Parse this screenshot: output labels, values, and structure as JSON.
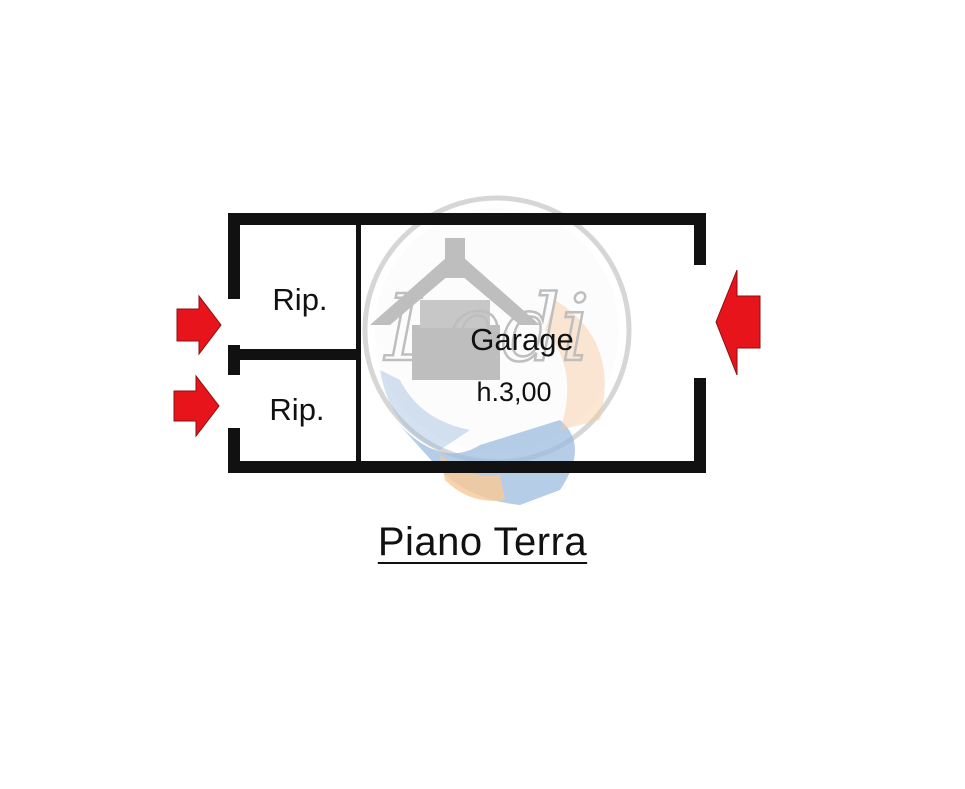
{
  "plan": {
    "rooms": [
      {
        "id": "rip-upper",
        "label": "Rip."
      },
      {
        "id": "rip-lower",
        "label": "Rip."
      },
      {
        "id": "garage",
        "label": "Garage",
        "height_note": "h.3,00"
      }
    ],
    "caption": "Piano Terra",
    "entrances": [
      {
        "id": "entrance-rip-upper",
        "side": "left",
        "color": "#e8141c"
      },
      {
        "id": "entrance-rip-lower",
        "side": "left",
        "color": "#e8141c"
      },
      {
        "id": "entrance-garage",
        "side": "right",
        "color": "#e8141c"
      }
    ],
    "watermark": {
      "text": "Lodi",
      "style": "house-and-handshake logo"
    }
  },
  "colors": {
    "wall": "#111111",
    "arrow": "#e8141c",
    "watermark_gray": "#8a8a8a",
    "watermark_blue": "#4f86c6",
    "watermark_orange": "#f0a04b"
  }
}
